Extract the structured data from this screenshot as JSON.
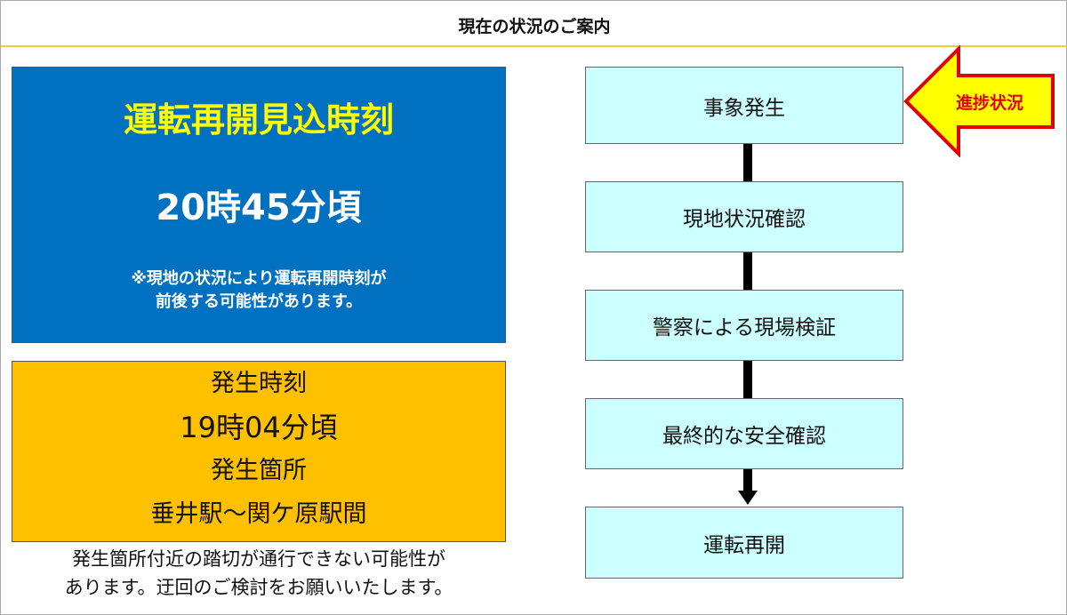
{
  "header": {
    "title": "現在の状況のご案内"
  },
  "resume": {
    "heading": "運転再開見込時刻",
    "time": "20時45分頃",
    "note_line1": "※現地の状況により運転再開時刻が",
    "note_line2": "前後する可能性があります。"
  },
  "incident": {
    "time_label": "発生時刻",
    "time": "19時04分頃",
    "location_label": "発生箇所",
    "location": "垂井駅～関ケ原駅間"
  },
  "notice": {
    "line1": "発生箇所付近の踏切が通行できない可能性が",
    "line2": "あります。迂回のご検討をお願いいたします。"
  },
  "flow": {
    "steps": [
      "事象発生",
      "現地状況確認",
      "警察による現場検証",
      "最終的な安全確認",
      "運転再開"
    ],
    "current_step_index": 0,
    "progress_label": "進捗状況"
  },
  "colors": {
    "blue": "#0070C0",
    "yellow": "#FFC000",
    "step": "#CCFFFF",
    "arrow_fill": "#FFFF00",
    "arrow_stroke": "#E00000"
  }
}
